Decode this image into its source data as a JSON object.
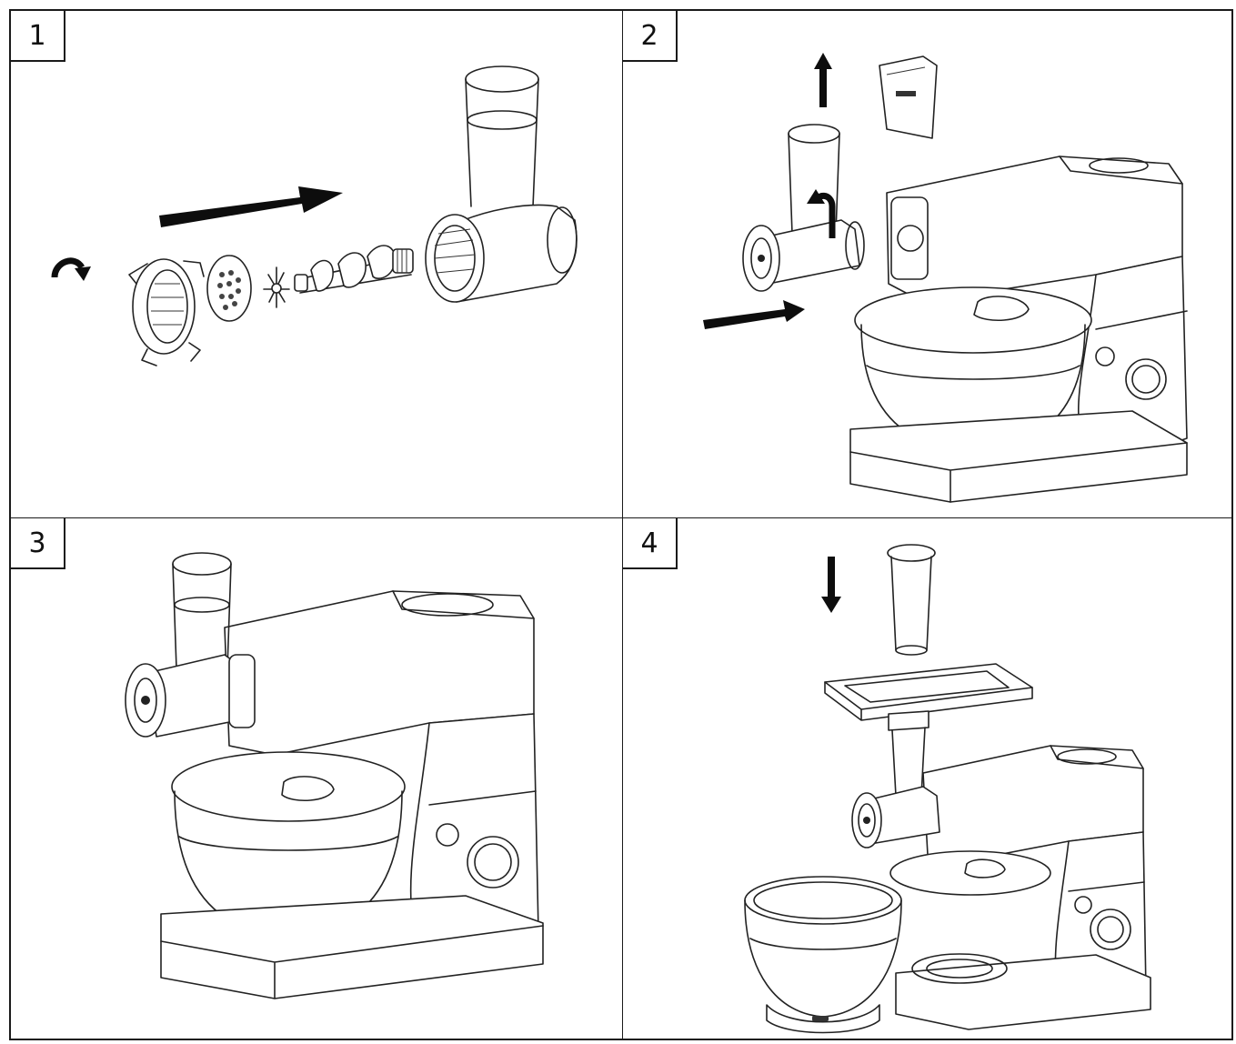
{
  "panels": [
    {
      "number": "1"
    },
    {
      "number": "2"
    },
    {
      "number": "3"
    },
    {
      "number": "4"
    }
  ],
  "colors": {
    "line": "#222222",
    "arrow": "#0d0d0d",
    "background": "#ffffff"
  },
  "icons": [
    "arrow-right-icon",
    "rotate-icon",
    "arrow-up-icon",
    "arrow-down-icon",
    "curved-arrow-icon"
  ]
}
